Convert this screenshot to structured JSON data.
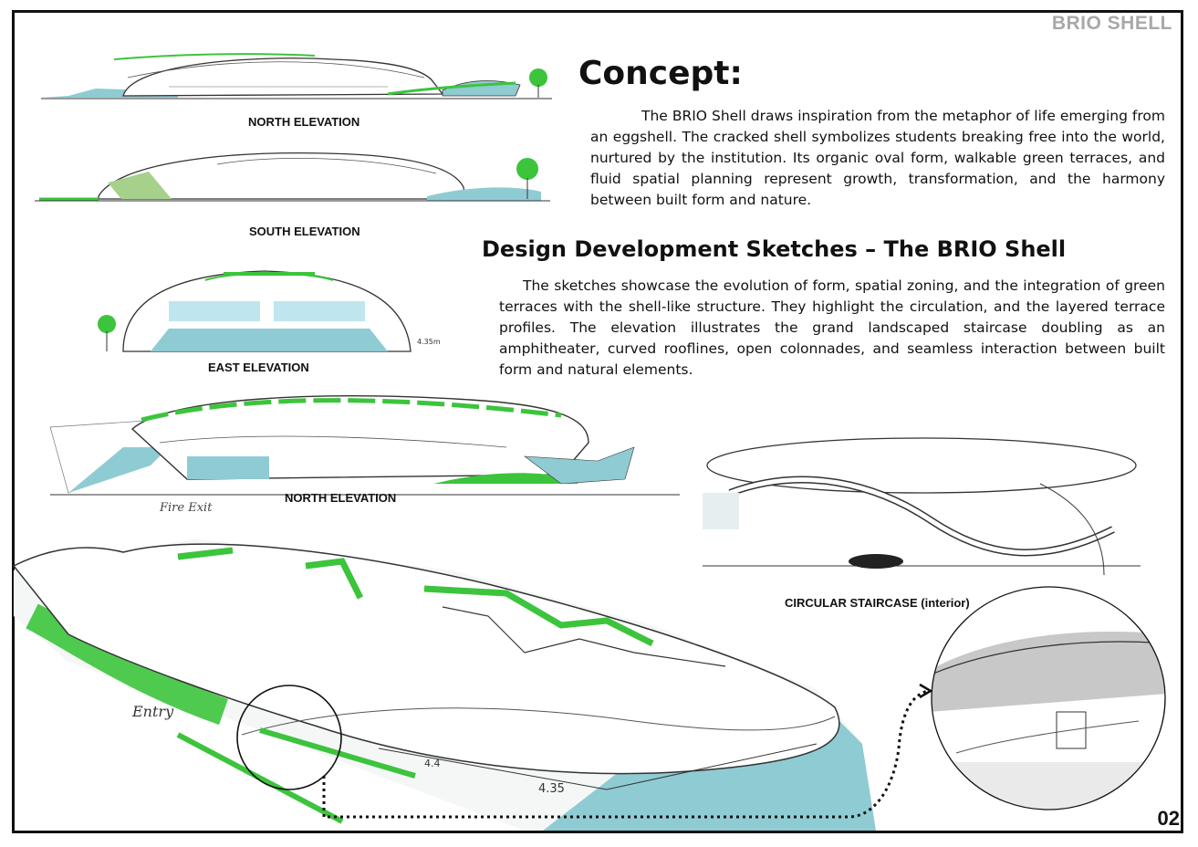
{
  "header": {
    "brand": "BRIO SHELL"
  },
  "concept": {
    "heading": "Concept:",
    "body": "The BRIO Shell draws inspiration from the metaphor of life emerging from an eggshell. The cracked shell symbolizes students breaking free into the world, nurtured by the institution. Its organic oval form, walkable green terraces, and fluid spatial planning represent growth, transformation, and the harmony between built form and nature."
  },
  "development": {
    "heading": "Design Development Sketches – The BRIO Shell",
    "body": "The sketches showcase the evolution of form, spatial zoning, and the integration of green terraces with the shell-like structure. They highlight the circulation, and the layered terrace profiles. The elevation illustrates the grand landscaped staircase doubling as an amphitheater, curved rooflines, open colonnades, and seamless interaction between built form and natural elements."
  },
  "captions": {
    "north_elevation_top": "NORTH ELEVATION",
    "south_elevation": "SOUTH ELEVATION",
    "east_elevation": "EAST ELEVATION",
    "north_elevation_large": "NORTH ELEVATION",
    "circular_staircase": "CIRCULAR STAIRCASE (interior)"
  },
  "annotations": {
    "fire_exit": "Fire Exit",
    "entry": "Entry",
    "height_1": "4.4",
    "height_2": "4.35",
    "height_3": "4.35m"
  },
  "footer": {
    "page_number": "02"
  },
  "colors": {
    "sketch_green": "#3cc43c",
    "sketch_teal": "#8fcbd3",
    "brand_grey": "#a8a8a8"
  }
}
